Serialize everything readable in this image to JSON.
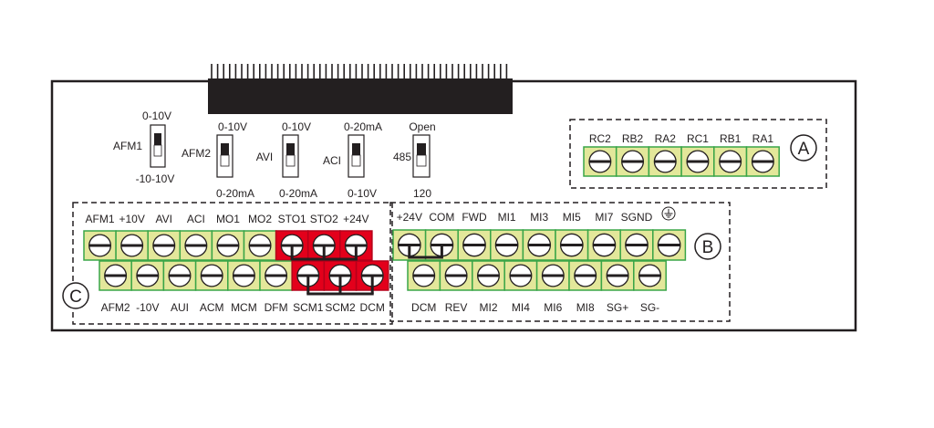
{
  "colors": {
    "terminal": "#e3e79a",
    "terminal_border": "#3aa548",
    "red": "#e3001b",
    "line": "#231f20"
  },
  "switches": [
    {
      "name": "AFM1",
      "top": "0-10V",
      "bottom": "-10-10V"
    },
    {
      "name": "AFM2",
      "top": "0-10V",
      "bottom": "0-20mA"
    },
    {
      "name": "AVI",
      "top": "0-10V",
      "bottom": "0-20mA"
    },
    {
      "name": "ACI",
      "top": "0-20mA",
      "bottom": "0-10V"
    },
    {
      "name": "485",
      "top": "Open",
      "bottom": "120"
    }
  ],
  "group_a": {
    "marker": "A",
    "labels": [
      "RC2",
      "RB2",
      "RA2",
      "RC1",
      "RB1",
      "RA1"
    ]
  },
  "group_c": {
    "marker": "C",
    "top_labels": [
      "AFM1",
      "+10V",
      "AVI",
      "ACI",
      "MO1",
      "MO2",
      "STO1",
      "STO2",
      "+24V"
    ],
    "top_red": [
      false,
      false,
      false,
      false,
      false,
      false,
      true,
      true,
      true
    ],
    "bottom_labels": [
      "AFM2",
      "-10V",
      "AUI",
      "ACM",
      "MCM",
      "DFM",
      "SCM1",
      "SCM2",
      "DCM"
    ],
    "bottom_red": [
      false,
      false,
      false,
      false,
      false,
      false,
      true,
      true,
      true
    ]
  },
  "group_b": {
    "marker": "B",
    "top_labels": [
      "+24V",
      "COM",
      "FWD",
      "MI1",
      "MI3",
      "MI5",
      "MI7",
      "SGND",
      ""
    ],
    "ground_icon": "ground-icon",
    "bottom_labels": [
      "DCM",
      "REV",
      "MI2",
      "MI4",
      "MI6",
      "MI8",
      "SG+",
      "SG-"
    ]
  }
}
